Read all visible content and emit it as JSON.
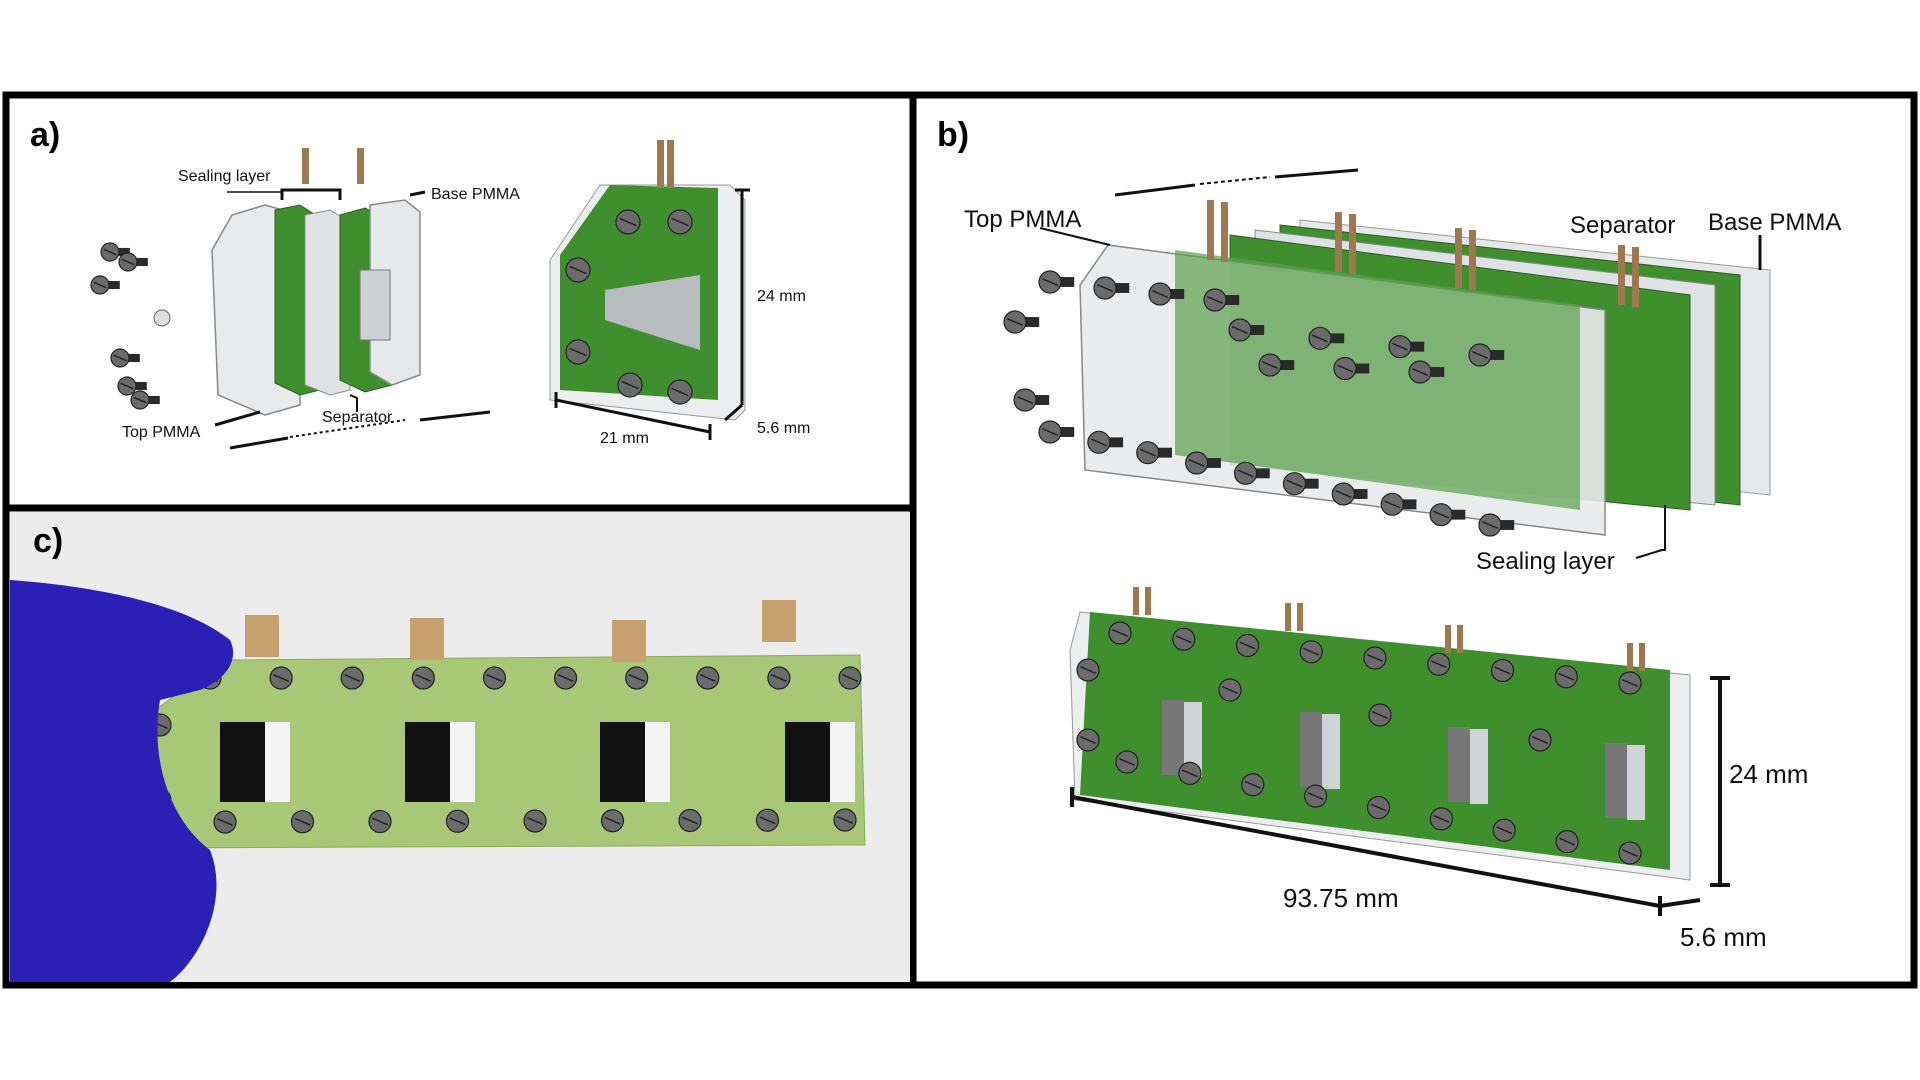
{
  "panels": {
    "a": {
      "label": "a)",
      "sealing_layer": "Sealing layer",
      "base_pmma": "Base PMMA",
      "top_pmma": "Top PMMA",
      "separator": "Separator",
      "height_dim": "24 mm",
      "width_dim": "21 mm",
      "depth_dim": "5.6 mm"
    },
    "b": {
      "label": "b)",
      "top_pmma": "Top PMMA",
      "separator": "Separator",
      "base_pmma": "Base PMMA",
      "sealing_layer": "Sealing layer",
      "height_dim": "24 mm",
      "width_dim": "93.75 mm",
      "depth_dim": "5.6 mm"
    },
    "c": {
      "label": "c)"
    }
  },
  "colors": {
    "plate_green": "#3f8f2f",
    "pmma": "#e4e6e8",
    "tab_copper": "#a07850",
    "glove_blue": "#2b20b5",
    "photo_green": "#a8c878",
    "frame": "#000000"
  }
}
